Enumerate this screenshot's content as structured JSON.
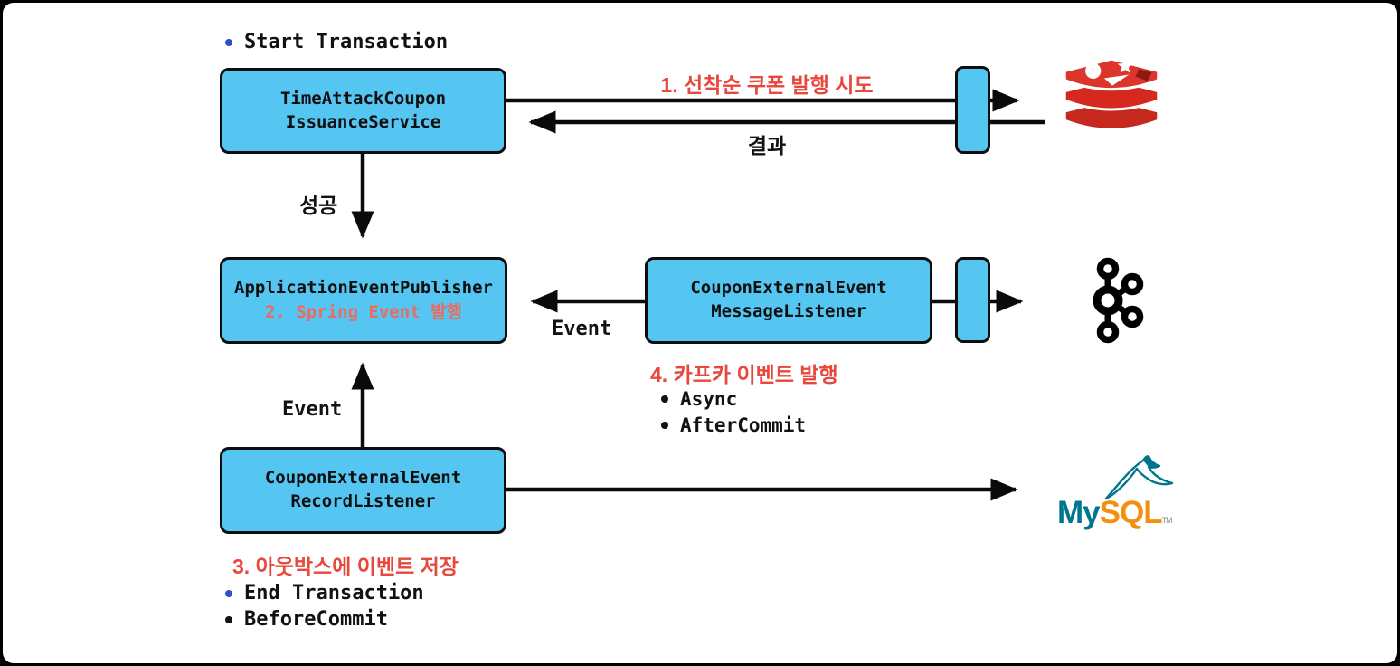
{
  "colors": {
    "node_fill": "#55c5f2",
    "node_border": "#0d0d0d",
    "arrow": "#0a0a0a",
    "red_label": "#e8473c",
    "red_soft": "#ed6a5e",
    "blue_label": "#2d55dc",
    "text": "#121212",
    "redis_red": "#d5281f",
    "redis_dark_red": "#8c1a10",
    "mysql_teal": "#00758f",
    "mysql_orange": "#f29111"
  },
  "nodes": {
    "service": {
      "line1": "TimeAttackCoupon",
      "line2": "IssuanceService"
    },
    "publisher": {
      "line1": "ApplicationEventPublisher",
      "sub": "2. Spring Event 발행"
    },
    "message_listener": {
      "line1": "CouponExternalEvent",
      "line2": "MessageListener"
    },
    "record_listener": {
      "line1": "CouponExternalEvent",
      "line2": "RecordListener"
    }
  },
  "labels": {
    "start_transaction": "Start Transaction",
    "step1": "1. 선착순 쿠폰 발행 시도",
    "result": "결과",
    "success": "성공",
    "event_mid": "Event",
    "step4": "4. 카프카 이벤트 발행",
    "async": "Async",
    "after_commit": "AfterCommit",
    "event_bottom": "Event",
    "step3": "3. 아웃박스에 이벤트 저장",
    "end_transaction": "End Transaction",
    "before_commit": "BeforeCommit"
  },
  "icons": {
    "redis": "redis-logo",
    "kafka": "kafka-logo",
    "mysql": "mysql-logo"
  },
  "mysql_logo": {
    "my": "My",
    "sql": "SQL",
    "tm": "TM"
  }
}
